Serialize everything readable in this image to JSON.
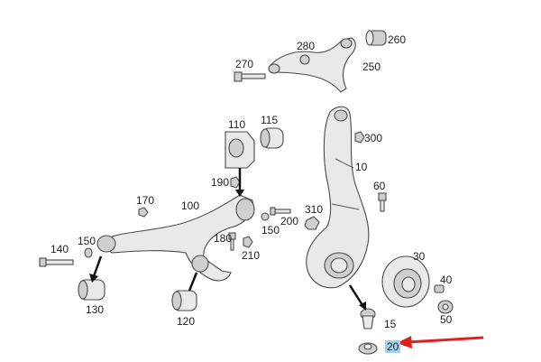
{
  "diagram": {
    "part_numbers": {
      "p10": "10",
      "p15": "15",
      "p20": "20",
      "p30": "30",
      "p40": "40",
      "p50": "50",
      "p60": "60",
      "p100": "100",
      "p110": "110",
      "p115": "115",
      "p120": "120",
      "p130": "130",
      "p140": "140",
      "p150a": "150",
      "p150b": "150",
      "p170": "170",
      "p180": "180",
      "p190": "190",
      "p200": "200",
      "p210": "210",
      "p250": "250",
      "p260": "260",
      "p270": "270",
      "p280": "280",
      "p300": "300",
      "p310": "310"
    },
    "highlighted_part": "20",
    "highlight_color": "#9fd0f2",
    "arrow_color": "#e0201f"
  }
}
